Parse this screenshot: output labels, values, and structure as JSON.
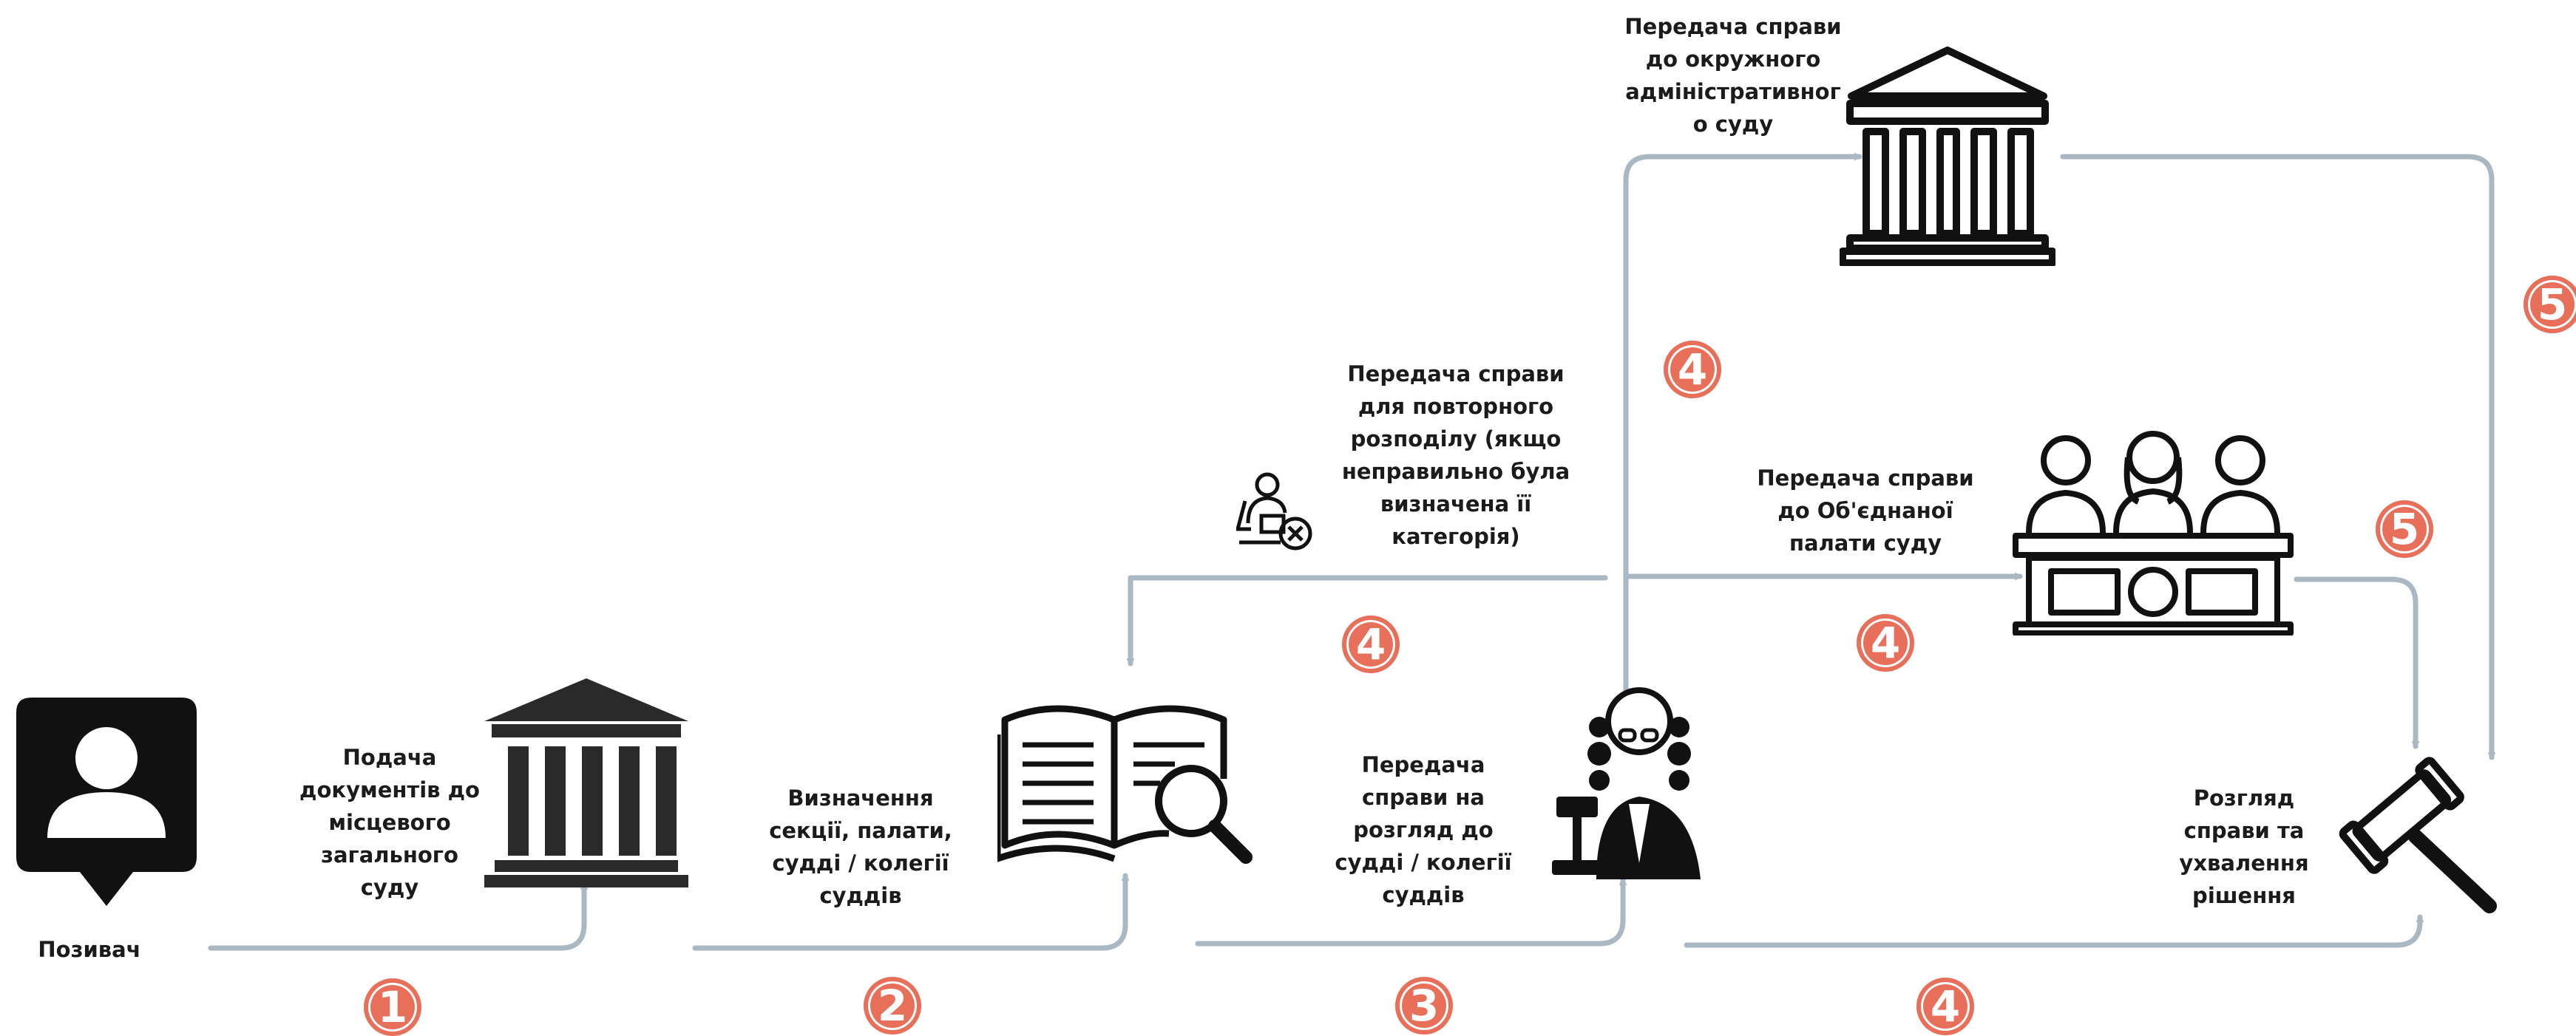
{
  "colors": {
    "arrow": "#a9b8c3",
    "step_badge": "#e8705a",
    "icon": "#111111",
    "icon_dark": "#2a2a2a"
  },
  "nodes": {
    "plaintiff": "Позивач",
    "step1": "Подача\nдокументів до\nмісцевого\nзагального\nсуду",
    "step2": "Визначення\nсекції, палати,\nсудді / колегії\nсуддів",
    "step3": "Передача\nсправи на\nрозгляд до\nсудді / колегії\nсуддів",
    "redistribution": "Передача справи\nдля повторного\nрозподілу (якщо\nнеправильно була\nвизначена її\nкатегорія)",
    "district_admin": "Передача справи\nдо окружного\nадміністративног\nо суду",
    "joint_chamber": "Передача справи\nдо Об'єднаної\nпалати суду",
    "decision": "Розгляд\nсправи та\nухвалення\nрішення"
  },
  "badges": [
    "1",
    "2",
    "3",
    "4",
    "4",
    "4",
    "4",
    "5",
    "5"
  ],
  "icons": [
    "user-icon",
    "courthouse-icon",
    "book-search-icon",
    "judge-icon",
    "courthouse-icon",
    "jury-icon",
    "gavel-icon",
    "redistribution-icon"
  ]
}
